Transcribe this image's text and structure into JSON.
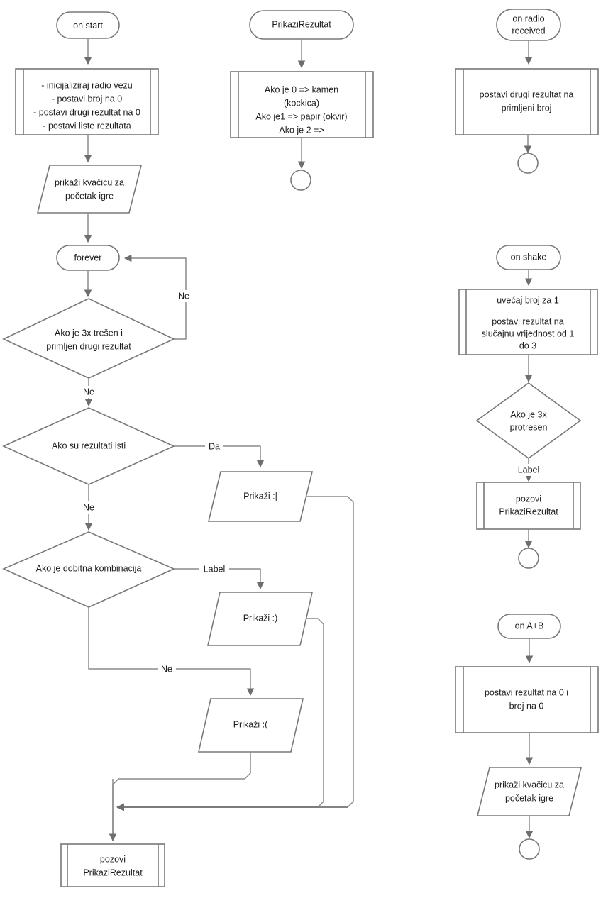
{
  "diagram": {
    "title": "Rock paper scissors micro:bit flowchart",
    "colors": {
      "shape_stroke": "#787878",
      "connector_stroke": "#8a8a8a",
      "text": "#1c1c1c",
      "background": "#ffffff"
    }
  },
  "nodes": {
    "on_start": {
      "label": "on start",
      "shape": "terminator"
    },
    "init_block": {
      "lines": [
        "- inicijaliziraj radio vezu",
        "- postavi broj na 0",
        "- postavi drugi rezultat na 0",
        "- postavi liste rezultata"
      ],
      "shape": "subroutine"
    },
    "show_check_start": {
      "lines": [
        "prikaži kvačicu za",
        "početak igre"
      ],
      "shape": "io"
    },
    "forever": {
      "label": "forever",
      "shape": "terminator"
    },
    "decision_shaken": {
      "lines": [
        "Ako je 3x trešen i",
        "primljen drugi rezultat"
      ],
      "shape": "decision"
    },
    "decision_same_results": {
      "lines": [
        "Ako su rezultati isti"
      ],
      "shape": "decision"
    },
    "decision_winning_combo": {
      "lines": [
        "Ako je dobitna kombinacija"
      ],
      "shape": "decision"
    },
    "show_neutral": {
      "label": "Prikaži :|",
      "shape": "io"
    },
    "show_happy": {
      "label": "Prikaži :)",
      "shape": "io"
    },
    "show_sad": {
      "label": "Prikaži :(",
      "shape": "io"
    },
    "call_prikazi_rezultat_main": {
      "lines": [
        "pozovi",
        "PrikaziRezultat"
      ],
      "shape": "subroutine"
    },
    "prikazi_rezultat_def": {
      "label": "PrikaziRezultat",
      "shape": "terminator"
    },
    "prikazi_rezultat_body": {
      "lines": [
        "Ako je 0 => kamen",
        "(kockica)",
        "Ako je1 => papir (okvir)",
        "Ako je 2 =>"
      ],
      "shape": "subroutine"
    },
    "on_radio_received": {
      "lines": [
        "on radio",
        "received"
      ],
      "shape": "terminator"
    },
    "set_second_result": {
      "lines": [
        "postavi drugi rezultat na",
        "primljeni broj"
      ],
      "shape": "subroutine"
    },
    "on_shake": {
      "label": "on shake",
      "shape": "terminator"
    },
    "shake_block": {
      "lines": [
        "uvećaj broj za 1",
        "",
        "postavi rezultat na",
        "slučajnu vrijednost od 1",
        "do 3"
      ],
      "shape": "subroutine"
    },
    "decision_shaken_3x": {
      "lines": [
        "Ako je 3x",
        "protresen"
      ],
      "shape": "decision"
    },
    "call_prikazi_rezultat_shake": {
      "lines": [
        "pozovi",
        "PrikaziRezultat"
      ],
      "shape": "subroutine"
    },
    "on_ab": {
      "label": "on A+B",
      "shape": "terminator"
    },
    "reset_block": {
      "lines": [
        "postavi rezultat na 0 i",
        "broj na 0"
      ],
      "shape": "subroutine"
    },
    "show_check_ab": {
      "lines": [
        "prikaži kvačicu za",
        "početak igre"
      ],
      "shape": "io"
    }
  },
  "edge_labels": {
    "shaken_no_loop": "Ne",
    "shaken_no_down": "Ne",
    "same_results_yes": "Da",
    "same_results_no": "Ne",
    "winning_combo_label": "Label",
    "winning_combo_no": "Ne",
    "shaken_3x_label": "Label"
  },
  "end_markers": {
    "prikazi_rezultat_end": "end-circle",
    "radio_end": "end-circle",
    "shake_end": "end-circle",
    "ab_end": "end-circle"
  }
}
